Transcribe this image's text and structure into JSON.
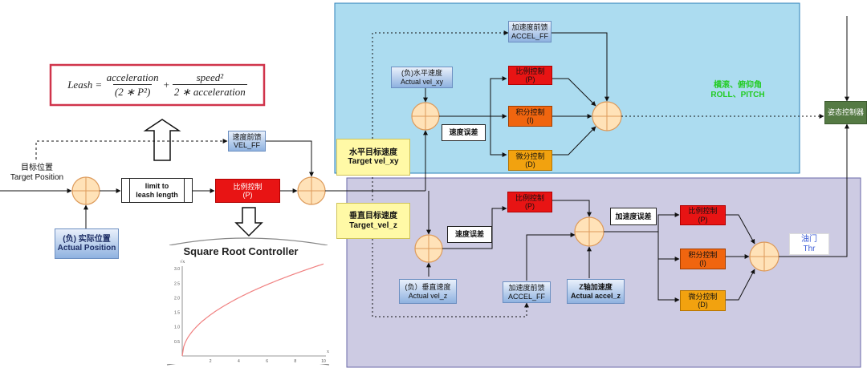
{
  "formula": {
    "lhs": "Leash",
    "frac1_num": "acceleration",
    "frac1_den": "(2 ∗ P²)",
    "frac2_num": "speed²",
    "frac2_den": "2 ∗ acceleration"
  },
  "position_loop": {
    "target_position": [
      "目标位置",
      "Target Position"
    ],
    "actual_position": [
      "(负) 实际位置",
      "Actual Position"
    ],
    "limit_block": [
      "limit to",
      "leash length"
    ],
    "p_control": [
      "比例控制",
      "(P)"
    ],
    "vel_ff": [
      "速度前馈",
      "VEL_FF"
    ]
  },
  "sqrt_plot": {
    "title": "Square Root Controller",
    "y_axis_symbol": "√x",
    "x_axis_symbol": "x",
    "y_ticks": [
      "3.0",
      "2.5",
      "2.0",
      "1.5",
      "1.0",
      "0.5"
    ],
    "x_ticks": [
      "2",
      "4",
      "6",
      "8",
      "10"
    ],
    "curve_color": "#f08080"
  },
  "horizontal_loop": {
    "target_vel_xy": [
      "水平目标速度",
      "Target vel_xy"
    ],
    "actual_vel_xy": [
      "(负)水平速度",
      "Actual vel_xy"
    ],
    "accel_ff": [
      "加速度前馈",
      "ACCEL_FF"
    ],
    "speed_error": "速度误差",
    "p": [
      "比例控制",
      "(P)"
    ],
    "i": [
      "积分控制",
      "(I)"
    ],
    "d": [
      "微分控制",
      "(D)"
    ],
    "output": [
      "横滚、俯仰角",
      "ROLL、PITCH"
    ],
    "output_color": "#22cc22"
  },
  "attitude_controller": "姿态控制器",
  "vertical_loop": {
    "target_vel_z": [
      "垂直目标速度",
      "Target_vel_z"
    ],
    "actual_vel_z": [
      "(负）垂直速度",
      "Actual vel_z"
    ],
    "speed_error": "速度误差",
    "p_vel": [
      "比例控制",
      "(P)"
    ],
    "accel_ff": [
      "加速度前馈",
      "ACCEL_FF"
    ],
    "actual_accel_z": [
      "Z轴加速度",
      "Actual accel_z"
    ],
    "accel_error": "加速度误差",
    "p": [
      "比例控制",
      "(P)"
    ],
    "i": [
      "积分控制",
      "(I)"
    ],
    "d": [
      "微分控制",
      "(D)"
    ],
    "output": [
      "油门",
      "Thr"
    ],
    "output_color": "#3b5bd6"
  },
  "colors": {
    "horizontal_panel": "#acdcf0",
    "vertical_panel": "#cdcbe3",
    "summing_junction": "#ffe2b8"
  }
}
